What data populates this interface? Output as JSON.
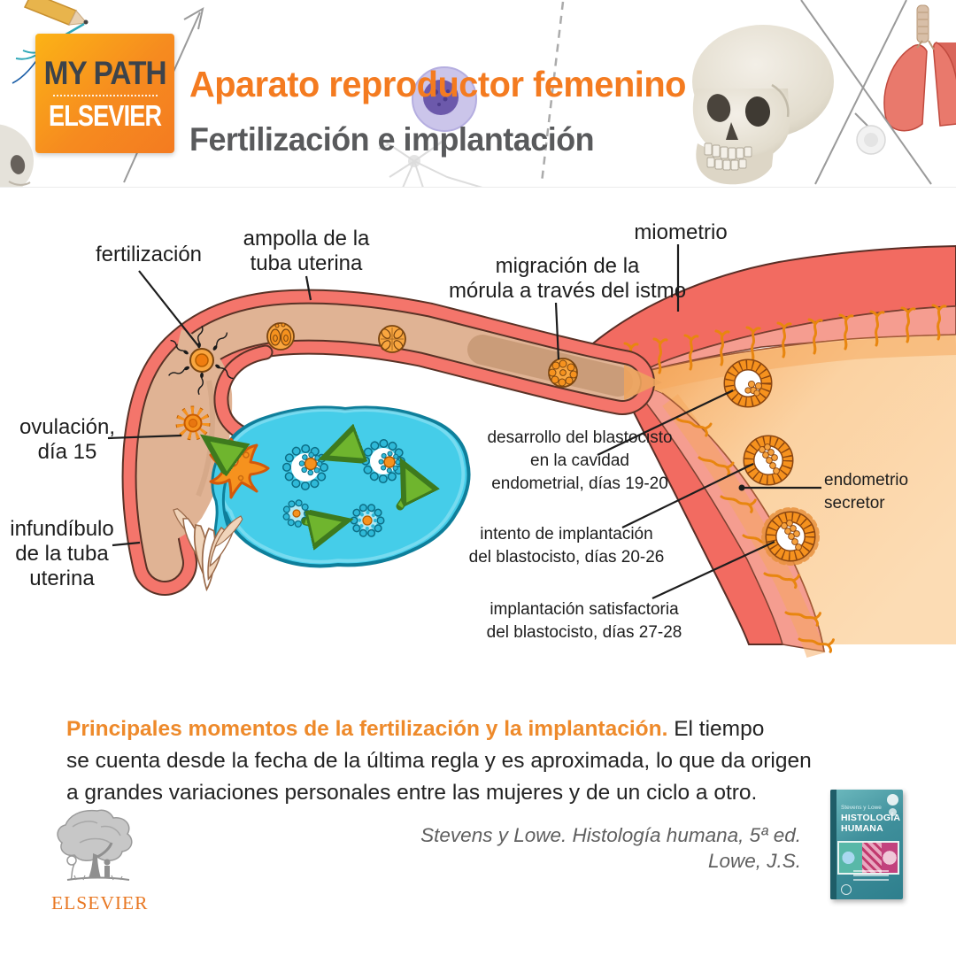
{
  "header": {
    "logo_line1": "MY PATH",
    "logo_line2": "ELSEVIER",
    "title": "Aparato reproductor femenino",
    "subtitle": "Fertilización e implantación",
    "decorations": [
      "pencil-sketch",
      "purple-cell",
      "neuron",
      "skull",
      "lungs",
      "dashed-line",
      "arrow-lines",
      "small-skull"
    ]
  },
  "diagram": {
    "labels": {
      "fertilizacion": "fertilización",
      "ampolla": "ampolla de la\ntuba uterina",
      "miometrio": "miometrio",
      "migracion": "migración de la\nmórula a través del istmo",
      "ovulacion": "ovulación,\ndía 15",
      "infundibulo": "infundíbulo\nde la tuba\nuterina",
      "desarrollo": "desarrollo del blastocisto\nen la cavidad\nendometrial, días 19-20",
      "intento": "intento de implantación\ndel blastocisto, días 20-26",
      "implantacion": "implantación satisfactoria\ndel blastocisto, días 27-28",
      "endometrio": "endometrio\nsecretor"
    }
  },
  "caption": {
    "highlight": "Principales momentos de la fertilización y la implantación.",
    "body": " El tiempo\nse cuenta desde la fecha de la última regla y es aproximada, lo que da origen\na grandes variaciones personales entre las mujeres y de un ciclo a otro."
  },
  "footer": {
    "citation_line1": "Stevens y Lowe. Histología humana, 5ª ed.",
    "citation_line2": "Lowe, J.S.",
    "elsevier_wordmark": "ELSEVIER",
    "book_small": "Stevens y Lowe",
    "book_title1": "HISTOLOGÍA",
    "book_title2": "HUMANA"
  },
  "colors": {
    "accent_orange": "#F47B20",
    "subtitle_gray": "#595A5C",
    "tube_coral": "#F4756B",
    "myometrium": "#F26B61",
    "endometrium_pink": "#F59D90",
    "lumen_tan": "#E0B394",
    "cavity_peach": "#FBD3A0",
    "gland_orange": "#F6921E",
    "ovary_cyan": "#45CDE9",
    "arrow_green": "#6FB52E",
    "caption_orange": "#EE8A2B",
    "elsevier_orange": "#E87722"
  }
}
